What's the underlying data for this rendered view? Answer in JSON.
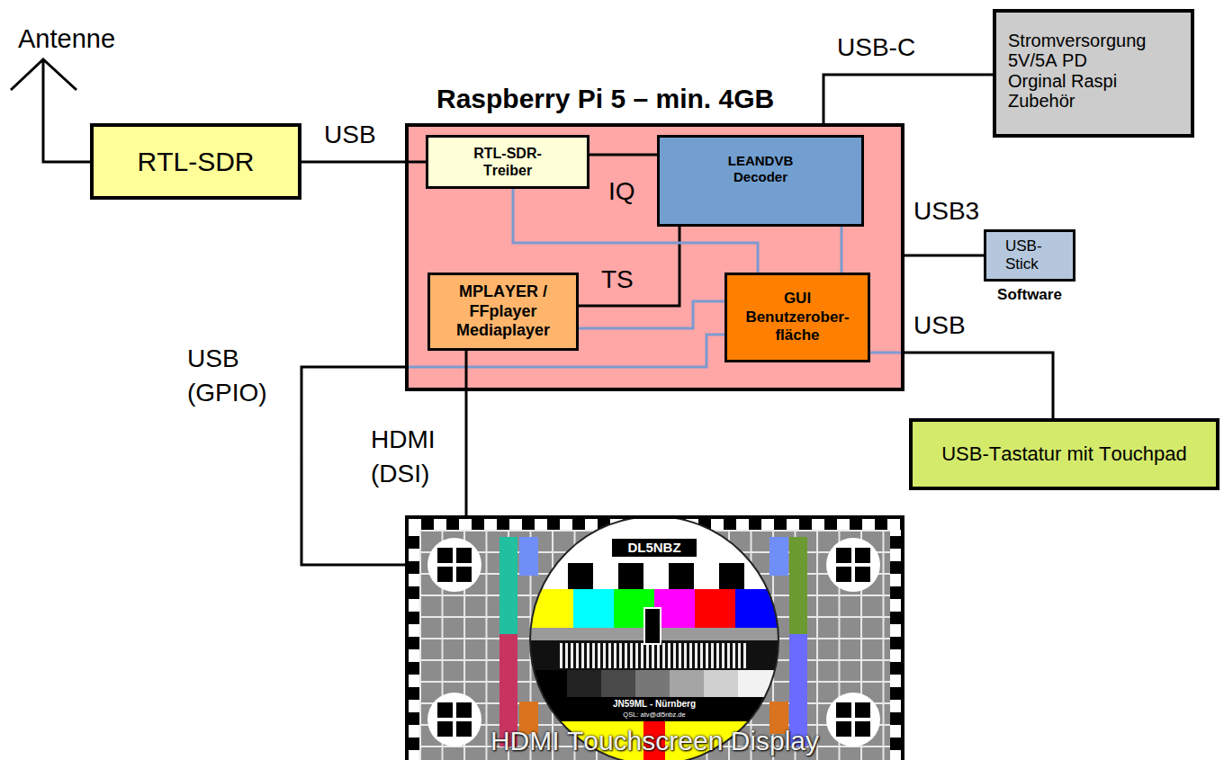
{
  "diagram": {
    "nodes": [
      {
        "text": [
          "RTL-SDR"
        ]
      },
      {
        "text": [
          "Raspberry Pi 5 – min. 4GB"
        ]
      },
      {
        "text": [
          "RTL-SDR-Treiber"
        ],
        "in": 1
      },
      {
        "text": [
          "LEANDVB Decoder"
        ],
        "in": 1
      },
      {
        "text": [
          "MPLAYER / FFplayer Mediaplayer"
        ],
        "in": 1
      },
      {
        "text": [
          "GUI Benutzerober-fläche"
        ],
        "in": 1
      },
      {
        "text": [
          "Stromversorgung 5V/5A PD Orginal Raspi Zubehör"
        ]
      },
      {
        "text": [
          "USB-Stick",
          "Software"
        ]
      },
      {
        "text": [
          "USB-Tastatur mit Touchpad"
        ]
      },
      {
        "text": [
          "HDMI Touchscreen Display"
        ]
      }
    ],
    "edges": [
      {
        "from": 0,
        "to": 2,
        "arrow": "none",
        "label": "USB"
      },
      {
        "from": 2,
        "to": 3,
        "arrow": "none",
        "label": "IQ"
      },
      {
        "from": 3,
        "to": 4,
        "arrow": "none",
        "label": "TS"
      },
      {
        "from": 2,
        "to": 5,
        "arrow": "none"
      },
      {
        "from": 3,
        "to": 5,
        "arrow": "none"
      },
      {
        "from": 5,
        "to": 4,
        "arrow": "none"
      },
      {
        "from": 9,
        "to": 5,
        "arrow": "none",
        "label": "USB (GPIO)"
      },
      {
        "from": 4,
        "to": 9,
        "arrow": "none",
        "label": "HDMI (DSI)"
      },
      {
        "from": 5,
        "to": 8,
        "arrow": "none",
        "label": "USB"
      },
      {
        "from": 1,
        "to": 6,
        "arrow": "none",
        "label": "USB-C"
      },
      {
        "from": 1,
        "to": 7,
        "arrow": "none",
        "label": "USB3"
      }
    ],
    "labels": [
      "Antenne",
      "DL5NBZ",
      "JN59ML - Nürnberg",
      "QSL: atv@dl5nbz.de"
    ]
  }
}
